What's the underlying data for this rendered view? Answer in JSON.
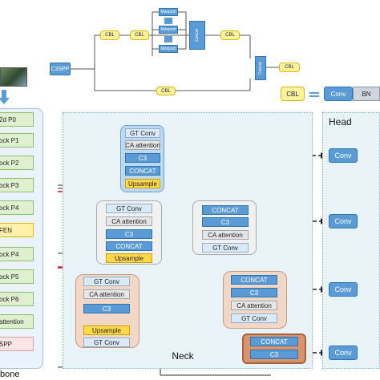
{
  "c3spp": {
    "title": "C3SPP",
    "cbl": "CBL",
    "maxpool": "Maxpool",
    "concat": "Concat"
  },
  "legend": {
    "cbl": "CBL",
    "equals": "=",
    "conv": "Conv",
    "bn": "BN"
  },
  "backbone": {
    "label": "bone",
    "items": [
      "2d  P0",
      "ock  P1",
      "ock  P2",
      "ock  P3",
      "ock  P4",
      "FEN",
      "ock  P4",
      "ock  P5",
      "ock  P6",
      "attention",
      "SPP"
    ]
  },
  "neck": {
    "label": "Neck",
    "top_block": [
      "GT Conv",
      "CA attention",
      "C3",
      "CONCAT",
      "Upsample"
    ],
    "mid_left_block": [
      "GT Conv",
      "CA attention",
      "C3",
      "CONCAT",
      "Upsample"
    ],
    "mid_right_block": [
      "CONCAT",
      "C3",
      "CA attention",
      "GT Conv"
    ],
    "low_left_block": [
      "GT Conv",
      "CA attention",
      "C3",
      "Upsample",
      "GT Conv"
    ],
    "low_right_block": [
      "CONCAT",
      "C3",
      "CA attention",
      "GT Conv"
    ],
    "bottom_block": [
      "CONCAT",
      "C3"
    ]
  },
  "head": {
    "label": "Head",
    "conv": "Conv"
  }
}
